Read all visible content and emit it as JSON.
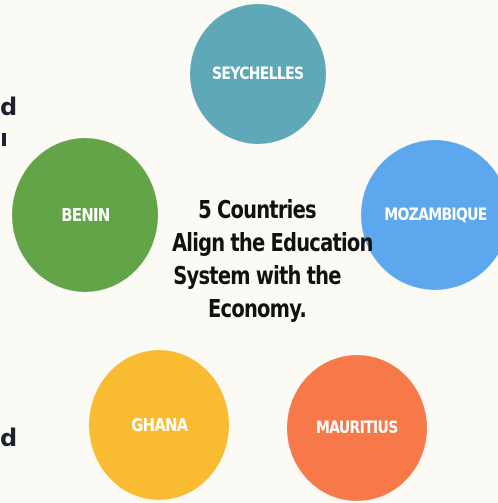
{
  "center_title": {
    "line1": "5 Countries",
    "line2": "Align the Education",
    "line3": "System with the",
    "line4": "Economy."
  },
  "countries": [
    {
      "name": "SEYCHELLES",
      "color": "#5fa8b8"
    },
    {
      "name": "BENIN",
      "color": "#63a448"
    },
    {
      "name": "MOZAMBIQUE",
      "color": "#5da7ef"
    },
    {
      "name": "GHANA",
      "color": "#f8bb32"
    },
    {
      "name": "MAURITIUS",
      "color": "#f7794a"
    }
  ],
  "left_edge_fragments": {
    "top_1": "d",
    "top_2": "n",
    "bottom": "d"
  },
  "text_color": "#111111",
  "background": "#fbfaf4"
}
